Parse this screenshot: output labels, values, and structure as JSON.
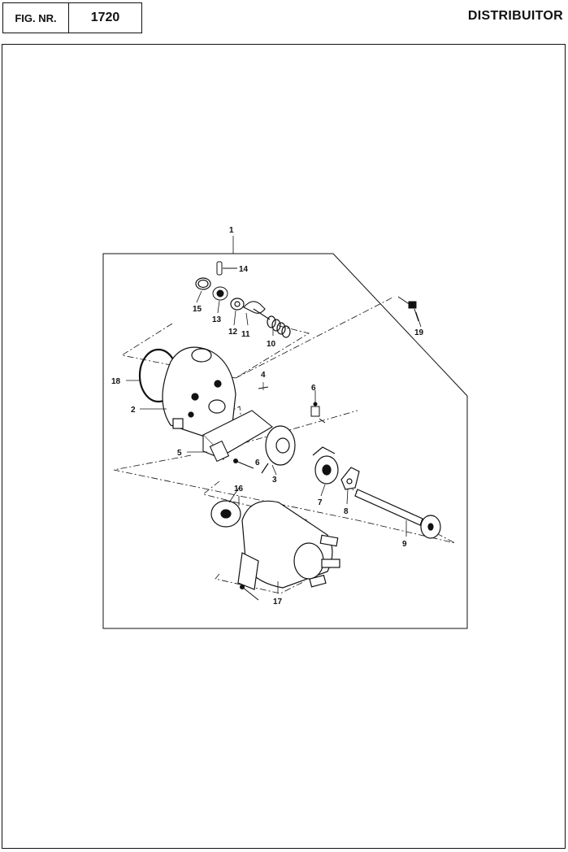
{
  "header": {
    "fig_label": "FIG. NR.",
    "fig_number": "1720",
    "title": "DISTRIBUITOR"
  },
  "diagram": {
    "callouts": [
      "1",
      "2",
      "3",
      "4",
      "5",
      "6",
      "6",
      "7",
      "8",
      "9",
      "10",
      "11",
      "12",
      "13",
      "14",
      "15",
      "16",
      "17",
      "18",
      "19"
    ]
  }
}
